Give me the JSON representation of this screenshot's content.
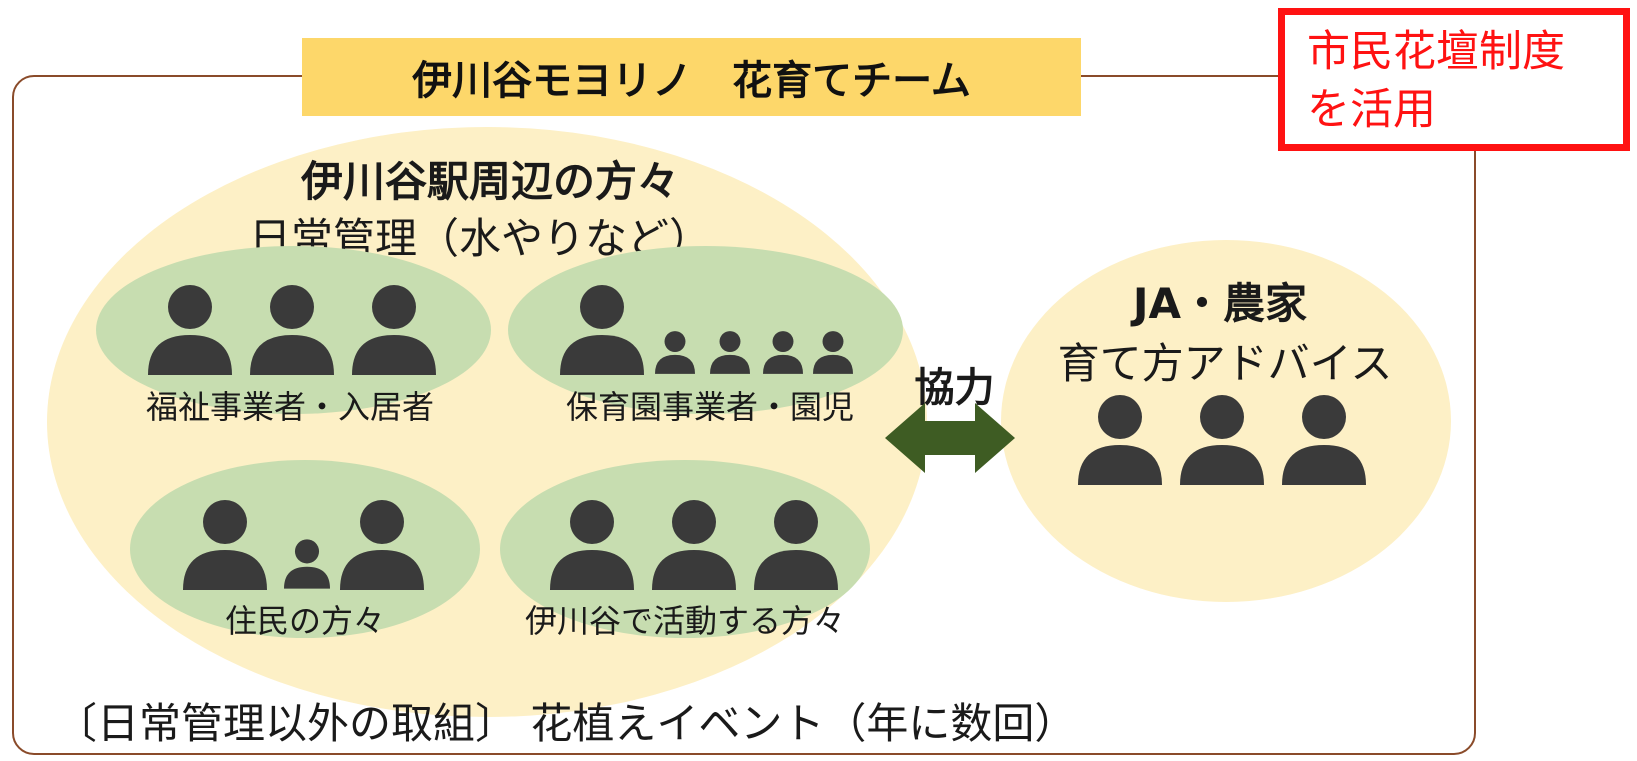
{
  "team": {
    "title": "伊川谷モヨリノ　花育てチーム",
    "system_badge": "市民花壇制度\nを活用"
  },
  "station_area": {
    "heading": "伊川谷駅周辺の方々",
    "role": "日常管理（水やりなど）",
    "groups": [
      {
        "label": "福祉事業者・入居者"
      },
      {
        "label": "保育園事業者・園児"
      },
      {
        "label": "住民の方々"
      },
      {
        "label": "伊川谷で活動する方々"
      }
    ]
  },
  "cooperation": {
    "label": "協力",
    "arrow_color": "#3e5c23"
  },
  "partner": {
    "heading": "JA・農家",
    "role": "育て方アドバイス"
  },
  "other_activities": "〔日常管理以外の取組〕 花植えイベント（年に数回）",
  "colors": {
    "frame": "#8a4b2a",
    "title_bg": "#fdd76a",
    "oval_bg": "#fdf0c6",
    "group_bg": "#c7ddb0",
    "person": "#3a3a3a",
    "badge_border": "#ff1212"
  },
  "icons": [
    "person-icon",
    "child-icon",
    "double-arrow-icon"
  ]
}
